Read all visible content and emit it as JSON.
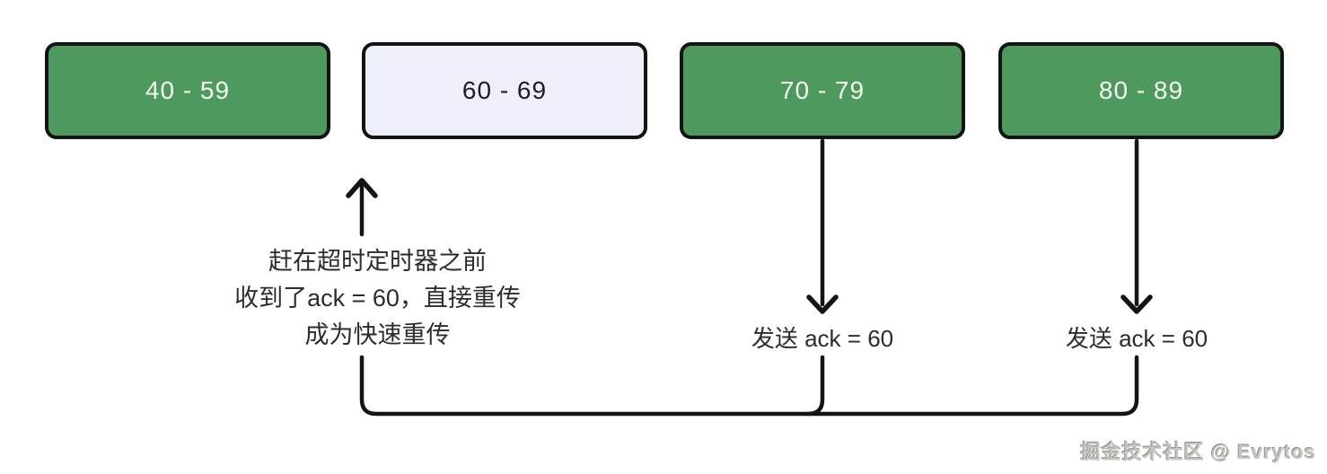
{
  "diagram": {
    "boxes": [
      {
        "label": "40 - 59",
        "state": "sent"
      },
      {
        "label": "60 - 69",
        "state": "lost-pending"
      },
      {
        "label": "70 - 79",
        "state": "sent"
      },
      {
        "label": "80 - 89",
        "state": "sent"
      }
    ],
    "fast_retransmit_note": {
      "line1": "赶在超时定时器之前",
      "line2": "收到了ack = 60，直接重传",
      "line3": "成为快速重传"
    },
    "ack_labels": {
      "from_70_79": "发送 ack = 60",
      "from_80_89": "发送 ack = 60"
    },
    "watermark": "掘金技术社区 @ Evrytos",
    "colors": {
      "box_green": "#4e9a5e",
      "box_light": "#edf0f8",
      "border_stroke": "#141414",
      "text_on_green": "#f6f9f0",
      "text_dark": "#1d1d30",
      "annotation_text": "#2c2c2c",
      "watermark_gray": "#c6c3bf"
    }
  }
}
